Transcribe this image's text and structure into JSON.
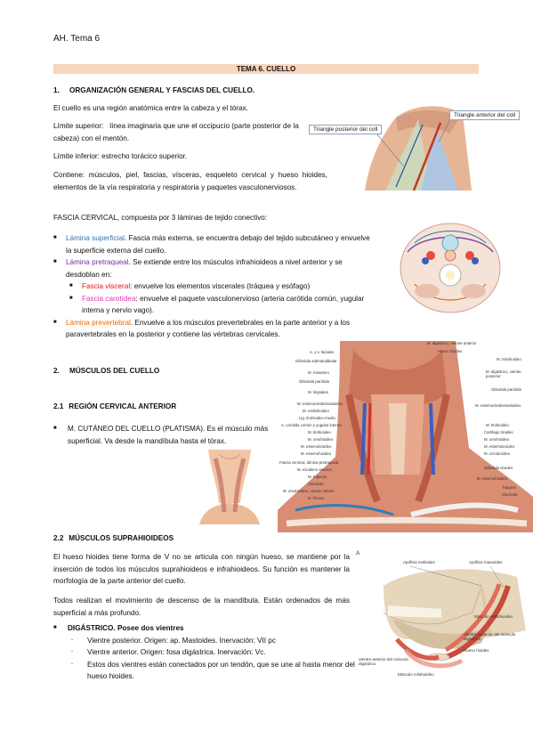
{
  "header": "AH. Tema 6",
  "title": "TEMA 6. CUELLO",
  "s1": {
    "heading_num": "1.",
    "heading": "ORGANIZACIÓN GENERAL Y FASCIAS DEL CUELLO.",
    "p1": "El cuello es una región anatómica entre la cabeza y el tórax.",
    "p2_a": "Límite superior:",
    "p2_b": "línea imaginaria que une el occipucio (parte posterior de la cabeza) con el mentón.",
    "p3": "Límite inferior: estrecho torácico superior.",
    "p4": "Contiene: músculos, piel, fascias, vísceras, esqueleto cervical y hueso hioides, elementos de la vía respiratoria y respiratoria y paquetes vasculonerviosos.",
    "p5": "FASCIA CERVICAL, compuesta por 3 láminas de tejido conectivo:",
    "b1_term": "Lámina superficial",
    "b1_text": ". Fascia más externa, se encuentra debajo del tejido subcutáneo y envuelve la superficie externa del cuello.",
    "b2_term": "Lámina pretraqueal",
    "b2_text": ". Se extiende entre los músculos infrahioideos a nivel anterior y se desdoblan en:",
    "b2a_term": "Fascia visceral",
    "b2a_text": ": envuelve los elementos viscerales (tráquea y esófago)",
    "b2b_term": "Fascia carotídea",
    "b2b_text": ": envuelve el paquete vasculonervioso (arteria carótida común, yugular interna y nervio vago).",
    "b3_term": "Lámina prevertebral",
    "b3_text": ". Envuelve a los músculos prevertebrales en la parte anterior y a los paravertebrales en la posterior y contiene las vértebras cervicales."
  },
  "fig1": {
    "label_left": "Triangle posterior del coll",
    "label_right": "Triangle anterior del coll"
  },
  "s2": {
    "heading_num": "2.",
    "heading": "MÚSCULOS DEL CUELLO",
    "sub1_num": "2.1",
    "sub1": "REGIÓN CERVICAL ANTERIOR",
    "platisma": "M. CUTÁNEO DEL CUELLO (PLATISMA). Es el músculo más superficial. Va desde la mandíbula hasta el tórax."
  },
  "fig3": {
    "labels_left": [
      "A. y v. faciales",
      "Glándula submandibular",
      "M. masetero",
      "Glándula parótida",
      "M. lingüales",
      "M. esternocleidomastoideo",
      "M. estilohioideo",
      "Lig. tirohioideo medio",
      "A. carótida común y yugular interna",
      "M. tirohioideo",
      "M. omohioideo",
      "M. esternotiroideo",
      "M. esternohioideo",
      "Fascia cervical, lámina pretraqueal",
      "M. escaleno anterior",
      "M. trapecio",
      "Clavícula",
      "M. omohioideo, vientre inferior",
      "N. frénico"
    ],
    "labels_right": [
      "M. digástrico, vientre anterior",
      "Hueso hioides",
      "M. milohioideo",
      "M. digástrico, vientre posterior",
      "Glándula parótida",
      "M. esternocleidomastoideo",
      "M. tirohioideo",
      "Cartílago tiroides",
      "M. omohioideo",
      "M. esternotiroideo",
      "M. cricotiroideo",
      "Glándula tiroides",
      "M. esternohioideo",
      "Tráquea",
      "Clavícula"
    ]
  },
  "s22": {
    "heading_num": "2.2",
    "heading": "MÚSCULOS SUPRAHIOIDEOS",
    "p1": "El hueso hioides tiene forma de V no se articula con ningún hueso, se mantiene por la inserción de todos los músculos suprahioideos e infrahioideos. Su función es mantener la morfología de la parte anterior del cuello.",
    "p2": "Todos realizan el movimiento de descenso de la mandíbula. Están ordenados de más superficial a más profundo.",
    "digastrico": "DIGÁSTRICO. Posee dos vientres",
    "d1": "Vientre posterior. Origen: ap. Mastoides. Inervación: VII pc",
    "d2": "Vientre anterior. Origen: fosa digástrica. Inervación: Vc.",
    "d3": "Estos dos vientres están conectados por un tendón, que se une al hasta menor del hueso hioides."
  },
  "fig4": {
    "letter": "A",
    "labels": [
      "Apófisis estiloides",
      "Apófisis mastoides",
      "Músculo estilohioideo",
      "Vientre posterior del músculo digástrico",
      "Hueso hioides",
      "Vientre anterior del músculo digástrico",
      "Músculo milohioideo"
    ]
  }
}
